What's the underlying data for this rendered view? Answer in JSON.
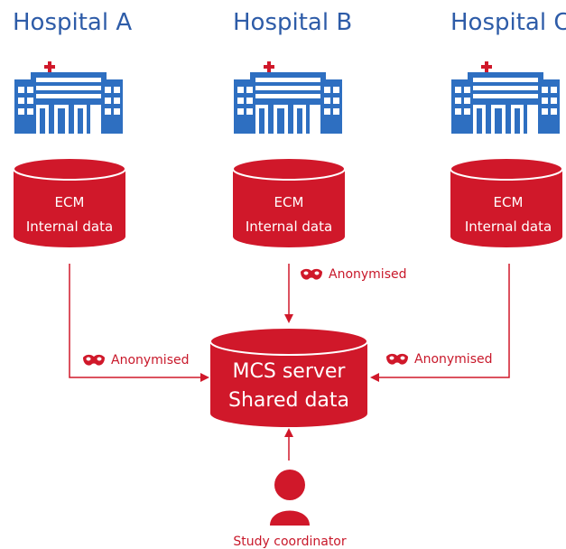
{
  "hospitals": [
    {
      "name": "Hospital A",
      "db_line1": "ECM",
      "db_line2": "Internal data"
    },
    {
      "name": "Hospital B",
      "db_line1": "ECM",
      "db_line2": "Internal data"
    },
    {
      "name": "Hospital C",
      "db_line1": "ECM",
      "db_line2": "Internal data"
    }
  ],
  "server": {
    "line1": "MCS server",
    "line2": "Shared data"
  },
  "flows": {
    "left_label": "Anonymised",
    "center_label": "Anonymised",
    "right_label": "Anonymised"
  },
  "coordinator": {
    "label": "Study coordinator"
  },
  "colors": {
    "hospital_blue": "#2e6fc1",
    "title_blue": "#2e5ca8",
    "red": "#d0182a"
  },
  "icons": [
    "hospital-building-icon",
    "mask-icon",
    "person-icon",
    "database-icon"
  ]
}
